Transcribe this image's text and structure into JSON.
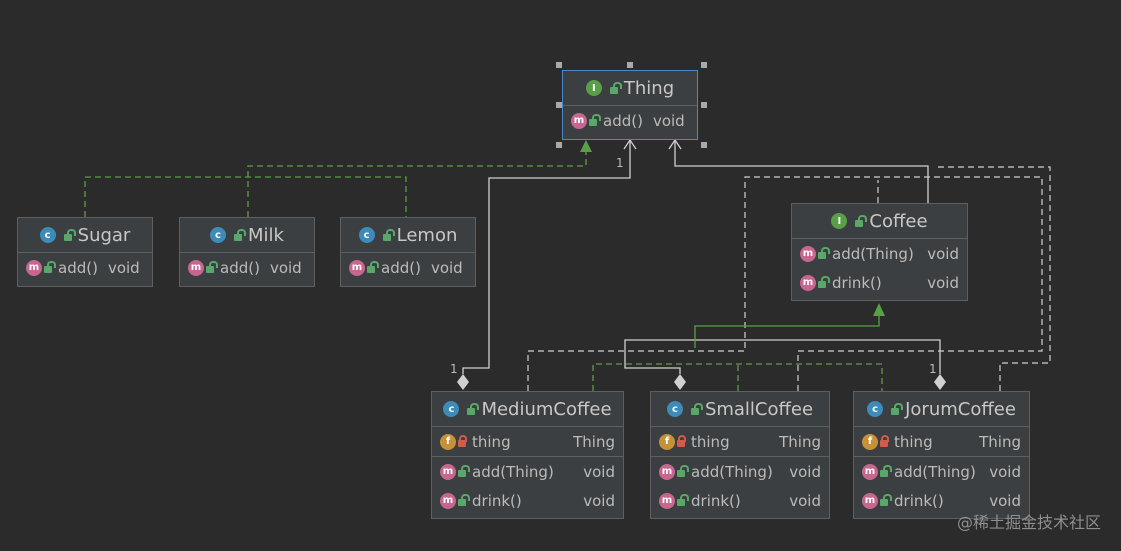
{
  "classes": {
    "thing": {
      "name": "Thing",
      "kind": "I",
      "methods": [
        {
          "name": "add()",
          "type": "void"
        }
      ]
    },
    "sugar": {
      "name": "Sugar",
      "kind": "C",
      "methods": [
        {
          "name": "add()",
          "type": "void"
        }
      ]
    },
    "milk": {
      "name": "Milk",
      "kind": "C",
      "methods": [
        {
          "name": "add()",
          "type": "void"
        }
      ]
    },
    "lemon": {
      "name": "Lemon",
      "kind": "C",
      "methods": [
        {
          "name": "add()",
          "type": "void"
        }
      ]
    },
    "coffee": {
      "name": "Coffee",
      "kind": "I",
      "methods": [
        {
          "name": "add(Thing)",
          "type": "void"
        },
        {
          "name": "drink()",
          "type": "void"
        }
      ]
    },
    "medium": {
      "name": "MediumCoffee",
      "kind": "C",
      "fields": [
        {
          "name": "thing",
          "type": "Thing"
        }
      ],
      "methods": [
        {
          "name": "add(Thing)",
          "type": "void"
        },
        {
          "name": "drink()",
          "type": "void"
        }
      ]
    },
    "small": {
      "name": "SmallCoffee",
      "kind": "C",
      "fields": [
        {
          "name": "thing",
          "type": "Thing"
        }
      ],
      "methods": [
        {
          "name": "add(Thing)",
          "type": "void"
        },
        {
          "name": "drink()",
          "type": "void"
        }
      ]
    },
    "jorum": {
      "name": "JorumCoffee",
      "kind": "C",
      "fields": [
        {
          "name": "thing",
          "type": "Thing"
        }
      ],
      "methods": [
        {
          "name": "add(Thing)",
          "type": "void"
        },
        {
          "name": "drink()",
          "type": "void"
        }
      ]
    }
  },
  "icon_letters": {
    "class": "c",
    "interface": "I",
    "method": "m",
    "field": "f"
  },
  "multiplicity": {
    "thing_side": "1",
    "medium_side": "1",
    "jorum_side": "1"
  },
  "watermark": "@稀土掘金技术社区",
  "colors": {
    "background": "#2b2b2b",
    "box": "#3c3f41",
    "implements": "#5a9e47",
    "association": "#d0d0d0",
    "selection": "#4a88c7"
  }
}
